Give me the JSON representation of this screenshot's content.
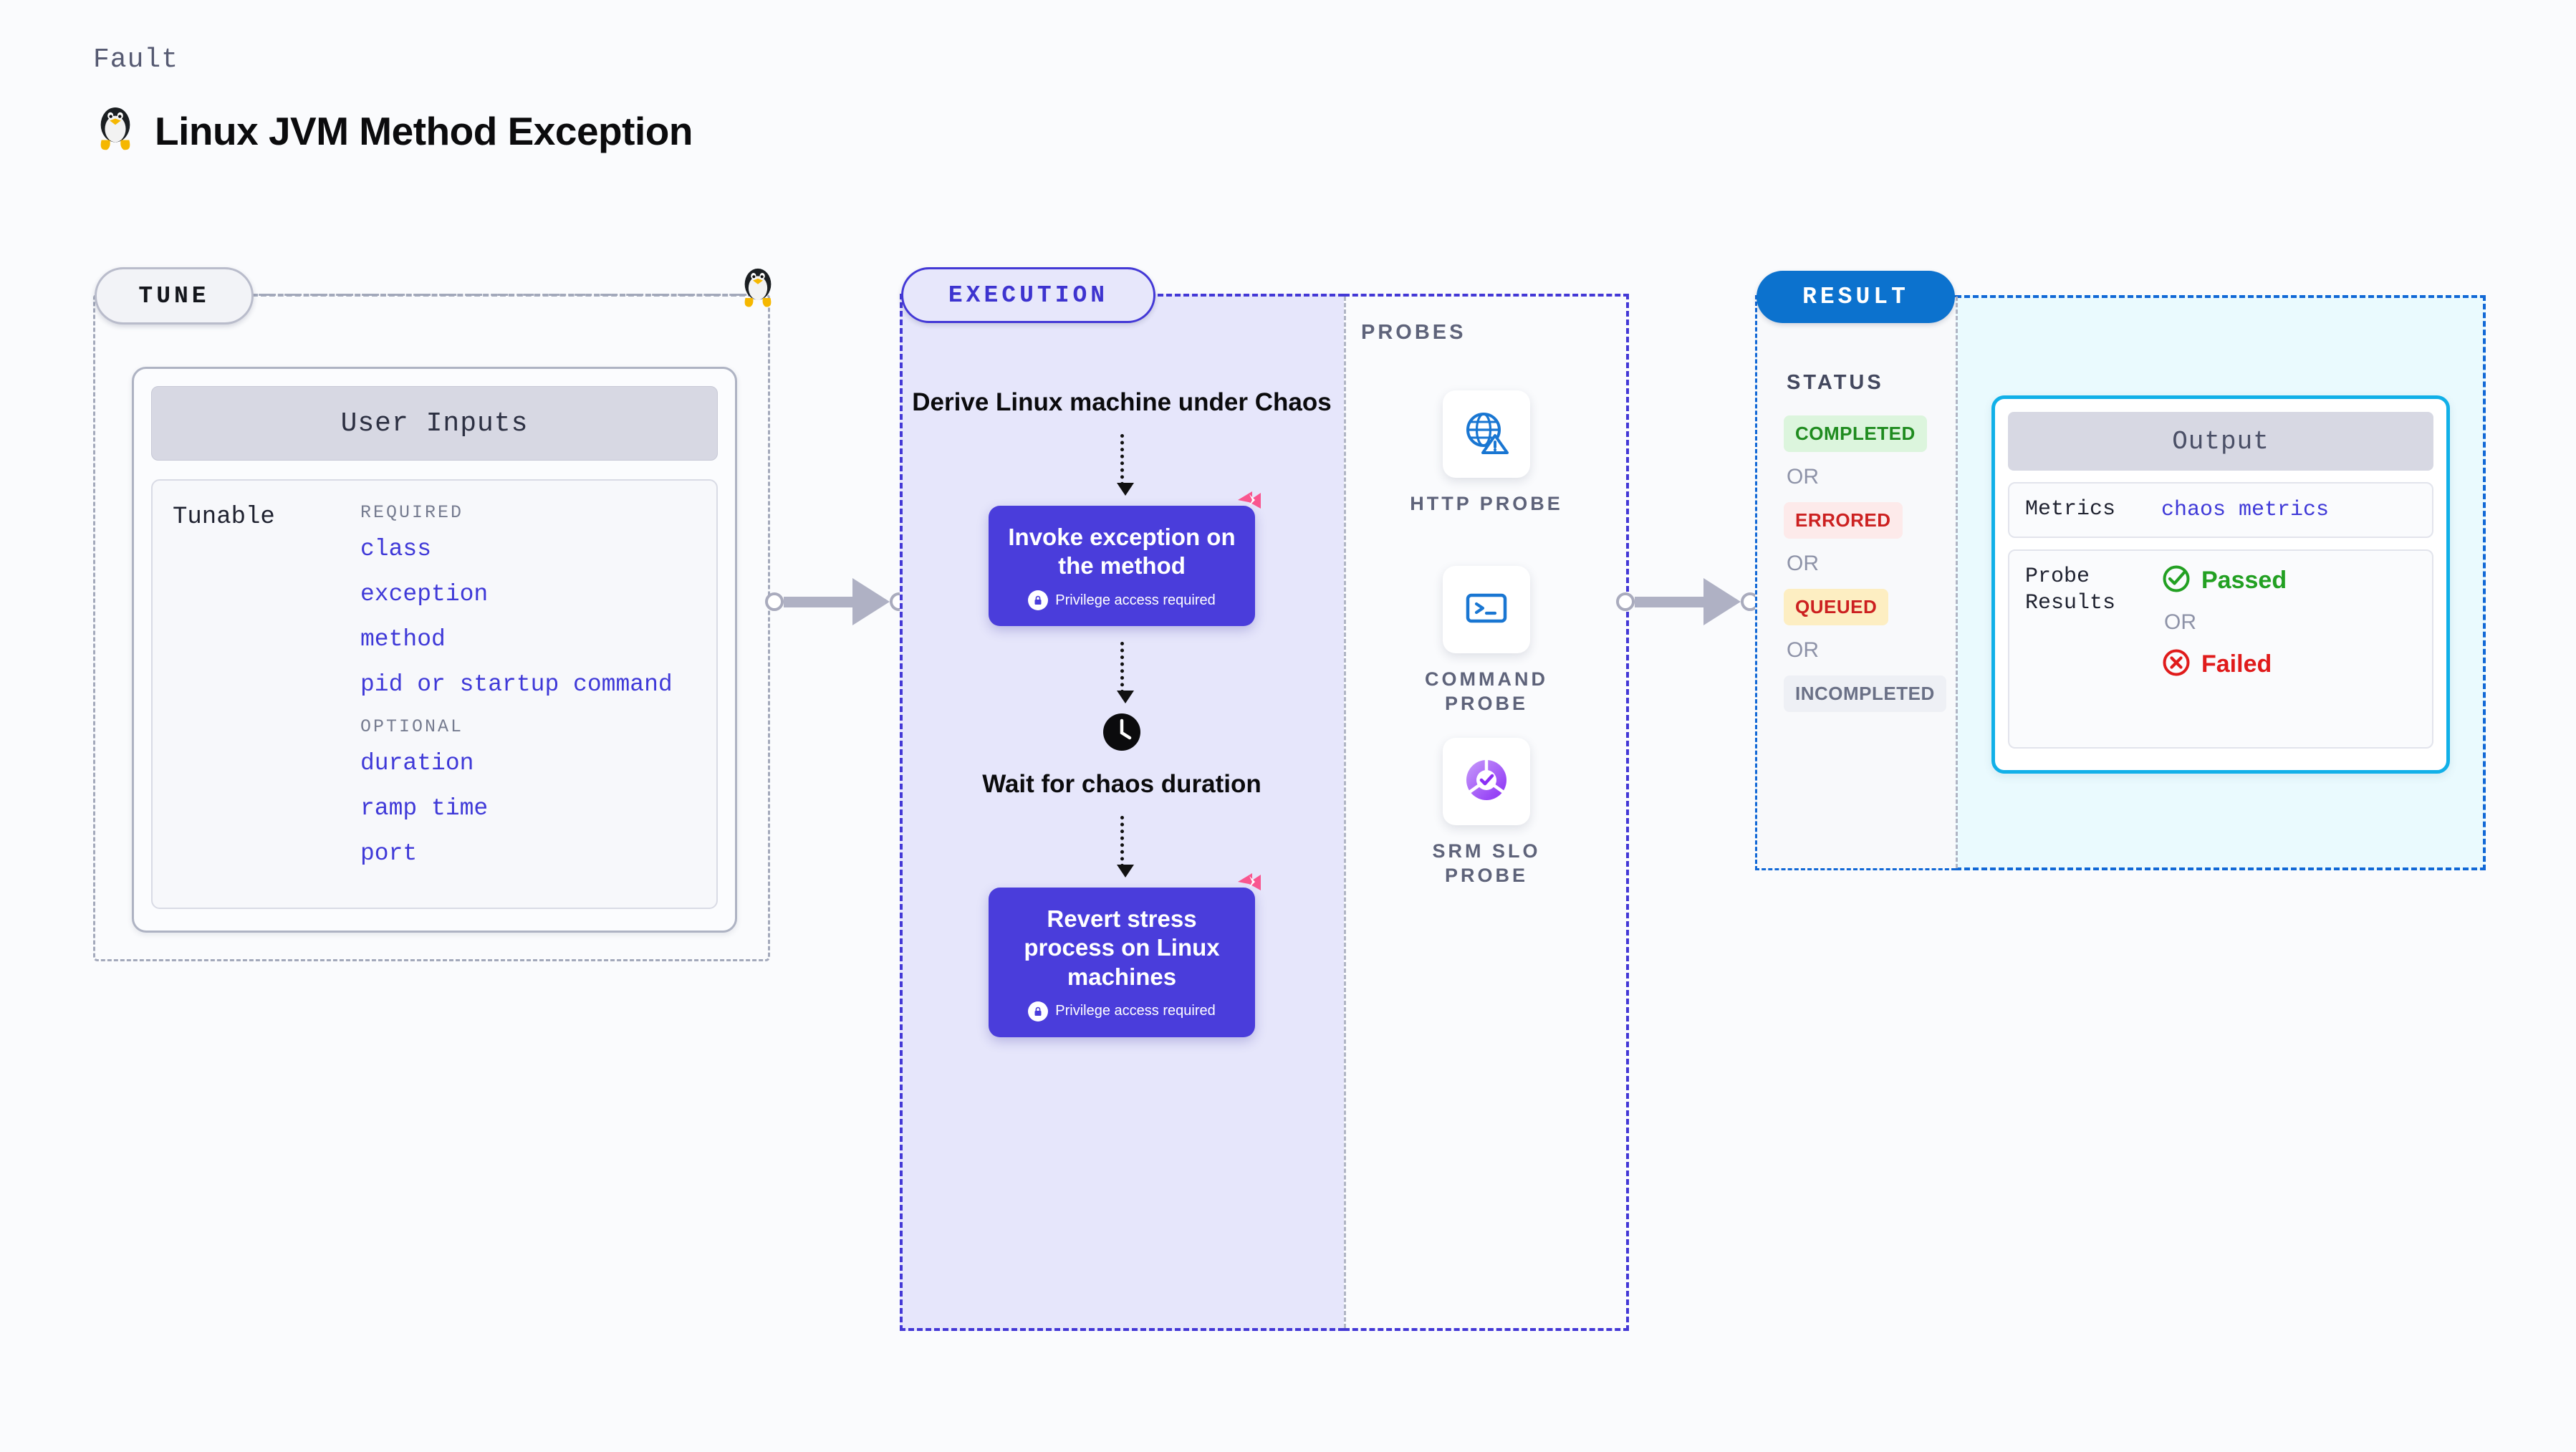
{
  "header": {
    "eyebrow": "Fault",
    "title": "Linux JVM Method Exception",
    "icon": "tux-penguin-icon"
  },
  "tune": {
    "pill_label": "TUNE",
    "connector_icon": "tux-penguin-icon",
    "card_title": "User Inputs",
    "tunable_label": "Tunable",
    "groups": [
      {
        "label": "REQUIRED",
        "items": [
          "class",
          "exception",
          "method",
          "pid or startup command"
        ]
      },
      {
        "label": "OPTIONAL",
        "items": [
          "duration",
          "ramp time",
          "port"
        ]
      }
    ]
  },
  "execution": {
    "pill_label": "EXECUTION",
    "intro_text": "Derive Linux machine under Chaos",
    "node_1": {
      "title": "Invoke exception on the method",
      "privilege": "Privilege access required",
      "icons": [
        "litmus-ribbon-icon",
        "lock-icon"
      ]
    },
    "wait_text": "Wait for chaos duration",
    "wait_icon": "clock-icon",
    "node_2": {
      "title": "Revert stress process on Linux machines",
      "privilege": "Privilege access required",
      "icons": [
        "litmus-ribbon-icon",
        "lock-icon"
      ]
    }
  },
  "probes": {
    "title": "PROBES",
    "items": [
      {
        "label": "HTTP PROBE",
        "icon": "globe-warning-icon"
      },
      {
        "label": "COMMAND PROBE",
        "icon": "terminal-icon"
      },
      {
        "label": "SRM SLO PROBE",
        "icon": "slo-donut-check-icon"
      }
    ]
  },
  "result": {
    "pill_label": "RESULT",
    "status_title": "STATUS",
    "or_label": "OR",
    "statuses": [
      {
        "label": "COMPLETED",
        "bg": "#dcf5dd",
        "color": "#1f8b1f"
      },
      {
        "label": "ERRORED",
        "bg": "#fdeaea",
        "color": "#cc2020"
      },
      {
        "label": "QUEUED",
        "bg": "#fdeec2",
        "color": "#cc2020"
      },
      {
        "label": "INCOMPLETED",
        "bg": "#eef0f5",
        "color": "#6a7086"
      }
    ],
    "output": {
      "title": "Output",
      "metrics_label": "Metrics",
      "metrics_value": "chaos metrics",
      "probe_results_label": "Probe Results",
      "passed_label": "Passed",
      "passed_icon": "check-circle-icon",
      "or_label": "OR",
      "failed_label": "Failed",
      "failed_icon": "x-circle-icon"
    }
  },
  "colors": {
    "accent_purple": "#4a3ddb",
    "accent_blue": "#0c72ce",
    "accent_cyan": "#11b0e8",
    "ribbon_pink": "#f9568f",
    "link_blue": "#3f39d8"
  }
}
